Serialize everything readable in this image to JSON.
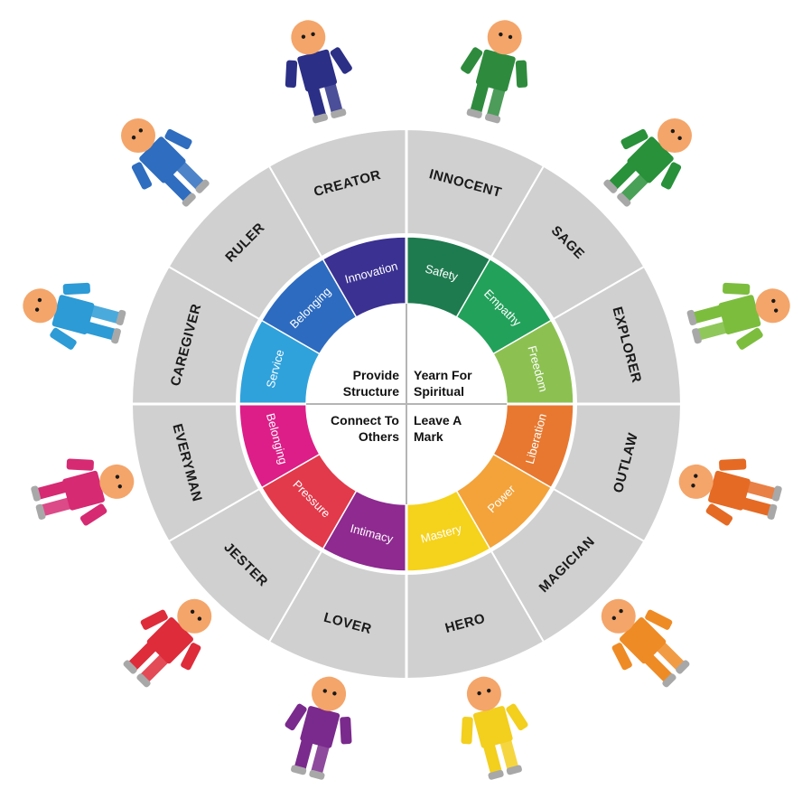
{
  "diagram": {
    "archetypes": [
      "INNOCENT",
      "SAGE",
      "EXPLORER",
      "OUTLAW",
      "MAGICIAN",
      "HERO",
      "LOVER",
      "JESTER",
      "EVERYMAN",
      "CAREGIVER",
      "RULER",
      "CREATOR"
    ],
    "motivations": [
      {
        "label": "Safety",
        "color": "#1e7b4f"
      },
      {
        "label": "Empathy",
        "color": "#22a15a"
      },
      {
        "label": "Freedom",
        "color": "#8cc152"
      },
      {
        "label": "Liberation",
        "color": "#e8782f"
      },
      {
        "label": "Power",
        "color": "#f3a33a"
      },
      {
        "label": "Mastery",
        "color": "#f5d21b"
      },
      {
        "label": "Intimacy",
        "color": "#8e2a90"
      },
      {
        "label": "Pressure",
        "color": "#e23a4b"
      },
      {
        "label": "Belonging",
        "color": "#dd1e88"
      },
      {
        "label": "Service",
        "color": "#2fa2dc"
      },
      {
        "label": "Belonging",
        "color": "#2d6bc0"
      },
      {
        "label": "Innovation",
        "color": "#3b3192"
      }
    ],
    "quadrants": {
      "top_right": [
        "Yearn For",
        "Spiritual"
      ],
      "bottom_right": [
        "Leave A",
        "Mark"
      ],
      "bottom_left": [
        "Connect To",
        "Others"
      ],
      "top_left": [
        "Provide",
        "Structure"
      ]
    },
    "figures": [
      {
        "name": "innocent",
        "color": "#2e8b3d"
      },
      {
        "name": "sage",
        "color": "#28913a"
      },
      {
        "name": "explorer",
        "color": "#7cbd3e"
      },
      {
        "name": "outlaw",
        "color": "#e56a24"
      },
      {
        "name": "magician",
        "color": "#ef8b24"
      },
      {
        "name": "hero",
        "color": "#f3cf1e"
      },
      {
        "name": "lover",
        "color": "#7a2a8c"
      },
      {
        "name": "jester",
        "color": "#de2c3a"
      },
      {
        "name": "everyman",
        "color": "#d62a73"
      },
      {
        "name": "caregiver",
        "color": "#2c9bd6"
      },
      {
        "name": "ruler",
        "color": "#2e6dbf"
      },
      {
        "name": "creator",
        "color": "#2b2f86"
      }
    ],
    "colors": {
      "outer_ring": "#d0d0d0",
      "divider": "#ffffff",
      "center": "#ffffff",
      "skin": "#f4a56a",
      "shoe": "#a8a8a8"
    }
  }
}
